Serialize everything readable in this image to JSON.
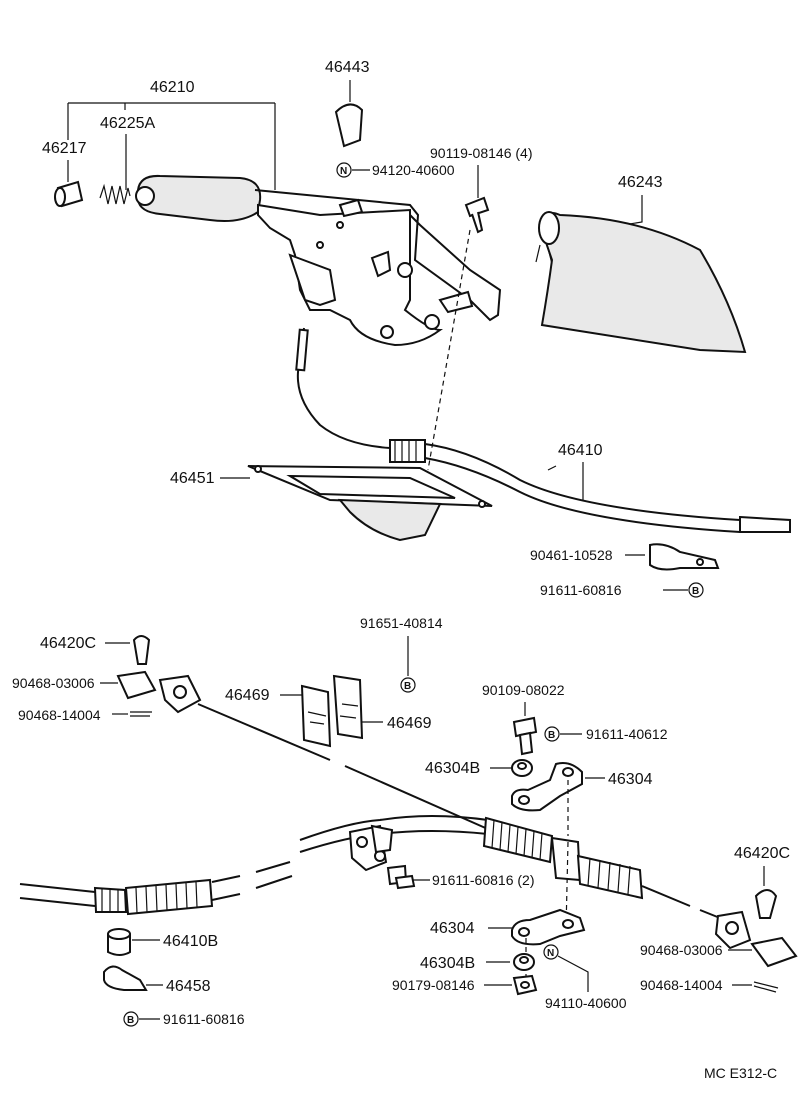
{
  "labels": {
    "p46443": "46443",
    "p46210": "46210",
    "p46225a": "46225A",
    "p46217": "46217",
    "p9011908146": "90119-08146 (4)",
    "p9412040600": "94120-40600",
    "p46243": "46243",
    "p46410": "46410",
    "p46451": "46451",
    "p9046110528": "90461-10528",
    "p9161160816a": "91611-60816",
    "p46420c_left": "46420C",
    "p9165140814": "91651-40814",
    "p9046803006_left": "90468-03006",
    "p9046814004_left": "90468-14004",
    "p46469_left": "46469",
    "p46469_right": "46469",
    "p9010908022": "90109-08022",
    "p9161140612": "91611-40612",
    "p46304b_top": "46304B",
    "p46304_top": "46304",
    "p9161160816_2": "91611-60816 (2)",
    "p46420c_right": "46420C",
    "p46410b": "46410B",
    "p46304_bottom": "46304",
    "p46304b_bottom": "46304B",
    "p9017908146": "90179-08146",
    "p9411040600": "94110-40600",
    "p9046803006_right": "90468-03006",
    "p9046814004_right": "90468-14004",
    "p46458": "46458",
    "p9161160816b": "91611-60816",
    "footer": "MC  E312-C"
  },
  "symbols": {
    "n": "N",
    "b": "B"
  }
}
